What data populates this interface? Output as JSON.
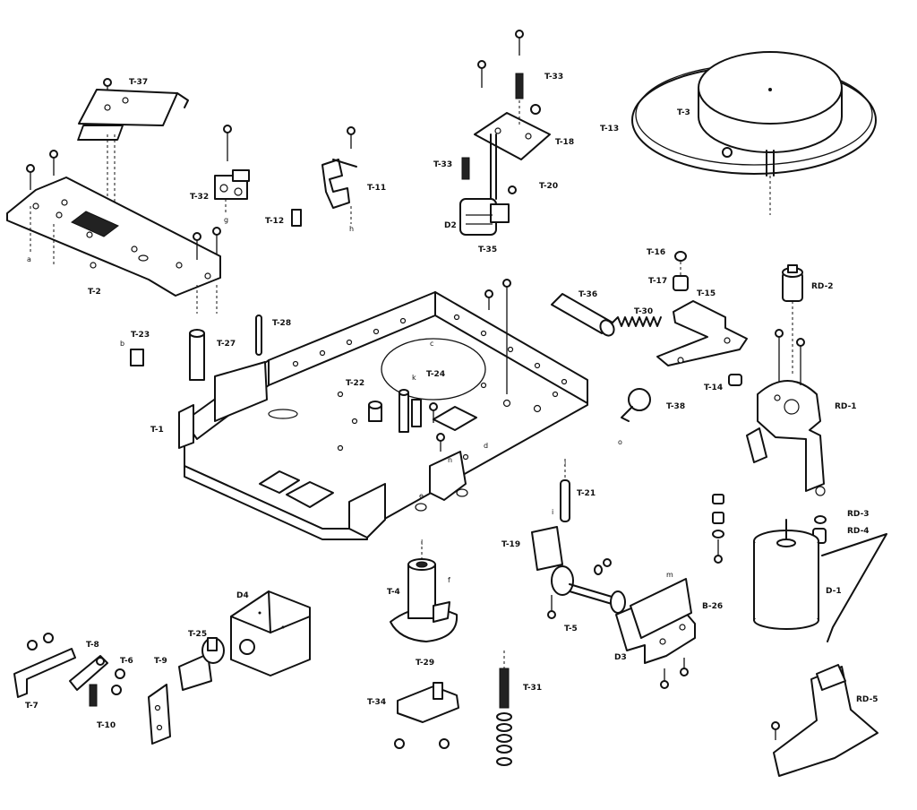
{
  "labels": {
    "T37": "T-37",
    "T32": "T-32",
    "T11": "T-11",
    "T12": "T-12",
    "T2": "T-2",
    "T33a": "T-33",
    "T33b": "T-33",
    "T18": "T-18",
    "T20": "T-20",
    "D2": "D2",
    "T35": "T-35",
    "T13": "T-13",
    "T3": "T-3",
    "T23": "T-23",
    "T27": "T-27",
    "T28": "T-28",
    "T1": "T-1",
    "T22": "T-22",
    "T24": "T-24",
    "T36": "T-36",
    "T30": "T-30",
    "T16": "T-16",
    "T17": "T-17",
    "T15": "T-15",
    "T14": "T-14",
    "T38": "T-38",
    "RD2": "RD-2",
    "RD1": "RD-1",
    "RD3": "RD-3",
    "RD4": "RD-4",
    "D1": "D-1",
    "RD5": "RD-5",
    "T21": "T-21",
    "T19": "T-19",
    "T5": "T-5",
    "D3": "D3",
    "B26": "B-26",
    "T4": "T-4",
    "T29": "T-29",
    "T34": "T-34",
    "T31": "T-31",
    "D4": "D4",
    "T25": "T-25",
    "T9": "T-9",
    "T8": "T-8",
    "T6": "T-6",
    "T7": "T-7",
    "T10": "T-10"
  },
  "letters": {
    "a": "a",
    "b": "b",
    "c": "c",
    "d": "d",
    "e": "e",
    "f": "f",
    "g": "g",
    "h": "h",
    "i": "i",
    "j": "j",
    "k": "k",
    "l": "l",
    "m": "m",
    "n": "n",
    "o": "o"
  }
}
